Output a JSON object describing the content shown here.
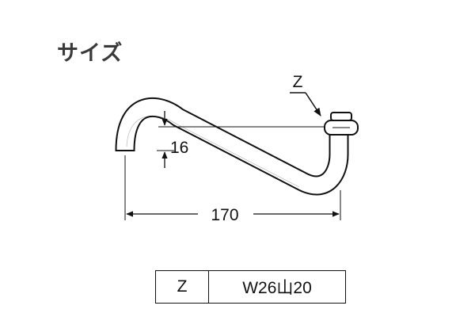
{
  "title": "サイズ",
  "diagram": {
    "callout_label": "Z",
    "dimensions": {
      "drop": "16",
      "length": "170"
    }
  },
  "spec_table": {
    "rows": [
      {
        "key": "Z",
        "value": "W26山20"
      }
    ]
  },
  "colors": {
    "line": "#111111",
    "title": "#3a3a3a"
  }
}
